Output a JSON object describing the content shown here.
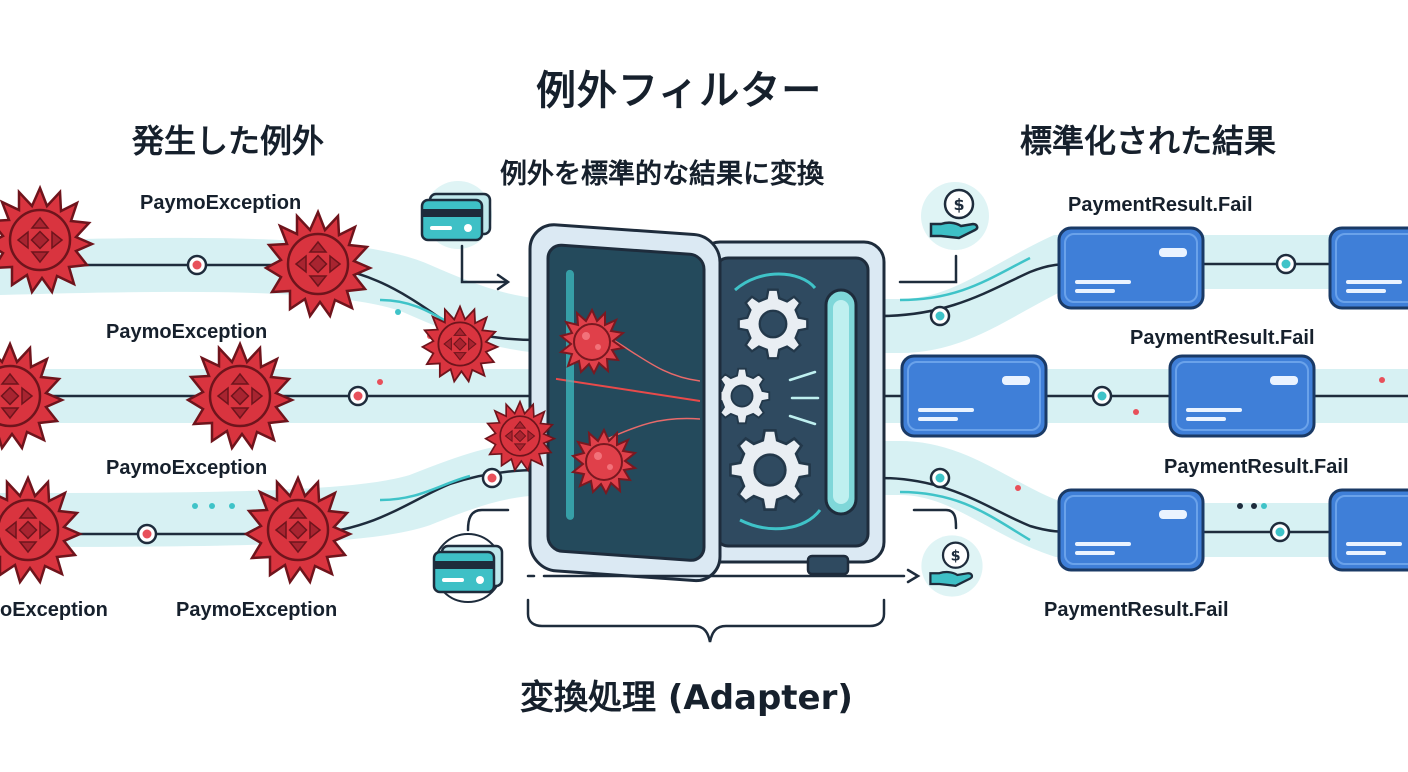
{
  "title": "例外フィルター",
  "left_heading": "発生した例外",
  "right_heading": "標準化された結果",
  "subtitle": "例外を標準的な結果に変換",
  "footer": "変換処理 (Adapter)",
  "exception_labels": [
    "PaymoException",
    "PaymoException",
    "PaymoException",
    "oException",
    "PaymoException"
  ],
  "result_labels": [
    "PaymentResult.Fail",
    "PaymentResult.Fail",
    "PaymentResult.Fail",
    "PaymentResult.Fail"
  ],
  "colors": {
    "virus": "#d9343f",
    "virus_dark": "#8e1d26",
    "result_card": "#3f7fd8",
    "band": "#d7f1f3",
    "line": "#1e2c3c",
    "teal": "#3fc3c8",
    "device_body": "#2f4a60",
    "device_frame": "#dbe9f3"
  },
  "icons": [
    "credit-card-icon",
    "dollar-hand-icon",
    "gear-icon",
    "virus-icon"
  ]
}
